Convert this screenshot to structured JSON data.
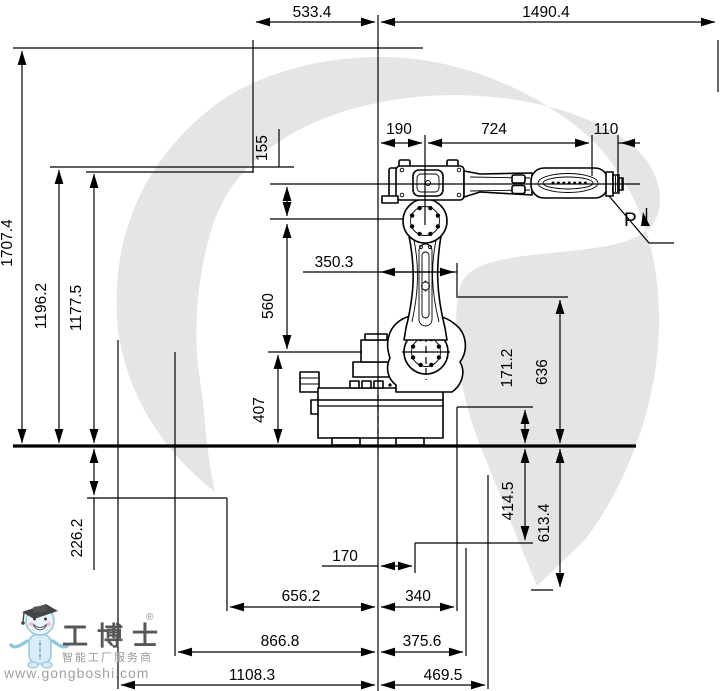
{
  "drawing": {
    "type": "industrial-robot-side-view-dimension-drawing",
    "units": "mm",
    "work_envelope_color": "#e5e5e5",
    "line_color": "#000000"
  },
  "labels": {
    "d533_4": "533.4",
    "d1490_4": "1490.4",
    "d190": "190",
    "d724": "724",
    "d110": "110",
    "d155": "155",
    "d1707_4": "1707.4",
    "d1196_2": "1196.2",
    "d1177_5": "1177.5",
    "d560": "560",
    "d350_3": "350.3",
    "d407": "407",
    "d171_2": "171.2",
    "d636": "636",
    "d414_5": "414.5",
    "d613_4": "613.4",
    "d226_2": "226.2",
    "d170": "170",
    "d656_2": "656.2",
    "d340": "340",
    "d866_8": "866.8",
    "d375_6": "375.6",
    "d1108_3": "1108.3",
    "d469_5": "469.5",
    "p_label": "P"
  },
  "dimensions_mm": {
    "top_horizontal": [
      533.4,
      1490.4
    ],
    "arm_horizontal": [
      190,
      724,
      110
    ],
    "left_heights": [
      1707.4,
      1196.2,
      1177.5
    ],
    "center_column": [
      155,
      560,
      407,
      350.3
    ],
    "right_heights": [
      171.2,
      636
    ],
    "below_ground_right": [
      414.5,
      613.4
    ],
    "below_ground_left": [
      226.2
    ],
    "bottom_reach": [
      170,
      656.2,
      340,
      866.8,
      375.6,
      1108.3,
      469.5
    ]
  },
  "icons": {
    "p_point_marker": "solid-flag-triangle",
    "mascot": "gongboshi-cartoon-mascot"
  },
  "watermark": {
    "brand": "工博士",
    "registered": "®",
    "tagline": "智能工厂服务商",
    "url": "www.gongboshi.com"
  }
}
